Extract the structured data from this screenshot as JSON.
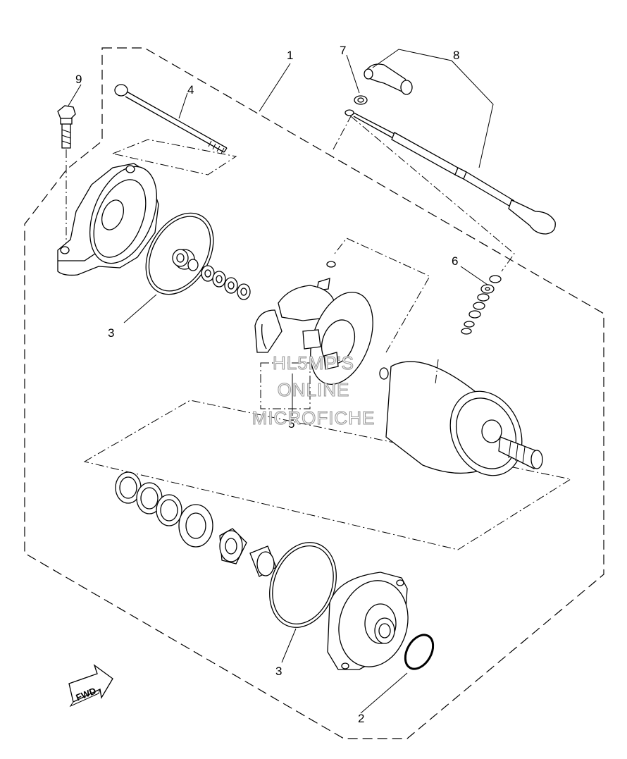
{
  "callouts": [
    {
      "id": "1",
      "label": "1"
    },
    {
      "id": "2",
      "label": "2"
    },
    {
      "id": "3a",
      "label": "3"
    },
    {
      "id": "3b",
      "label": "3"
    },
    {
      "id": "4",
      "label": "4"
    },
    {
      "id": "5",
      "label": "5"
    },
    {
      "id": "6",
      "label": "6"
    },
    {
      "id": "7",
      "label": "7"
    },
    {
      "id": "8",
      "label": "8"
    },
    {
      "id": "9",
      "label": "9"
    }
  ],
  "watermark": {
    "line1": "HL5MP'S",
    "line2": "ONLINE",
    "line3": "MICROFICHE"
  },
  "direction_arrow": {
    "label": "FWD"
  }
}
